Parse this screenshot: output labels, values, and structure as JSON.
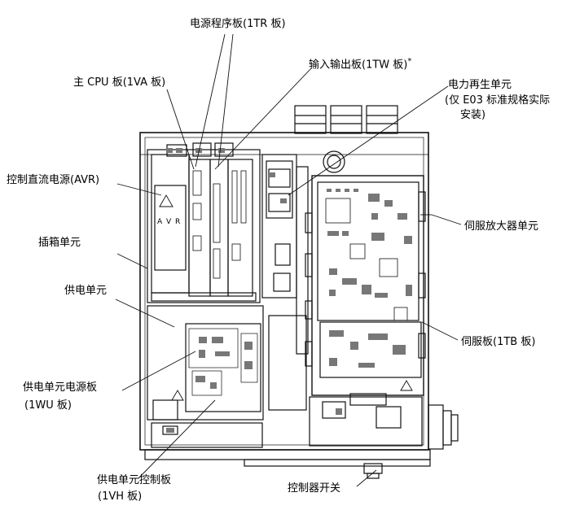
{
  "labels": {
    "power_program_board": "电源程序板(1TR 板)",
    "io_board": "输入输出板(1TW 板)",
    "io_board_mark": "*",
    "main_cpu_board": "主 CPU 板(1VA 板)",
    "regen_unit_title": "电力再生单元",
    "regen_unit_note_1": "(仅 E03 标准规格实际",
    "regen_unit_note_2": "安装)",
    "avr": "控制直流电源(AVR)",
    "rack_unit": "插箱单元",
    "servo_amp_unit": "伺服放大器单元",
    "power_supply_unit": "供电单元",
    "servo_board": "伺服板(1TB 板)",
    "psu_power_board_1": "供电单元电源板",
    "psu_power_board_2": "(1WU 板)",
    "psu_control_board_1": "供电单元控制板",
    "psu_control_board_2": "(1VH 板)",
    "controller_switch": "控制器开关",
    "avr_plate": "A V R"
  }
}
